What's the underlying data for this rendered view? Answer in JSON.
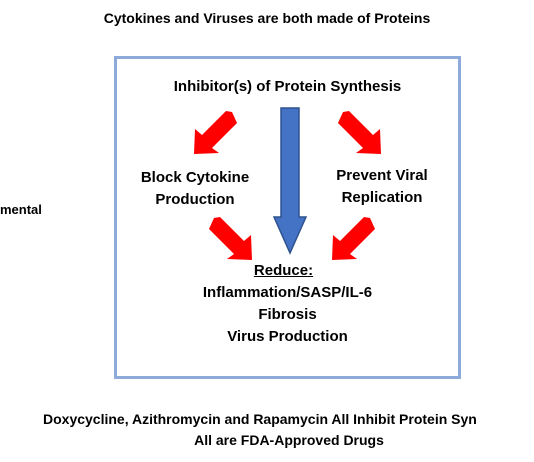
{
  "title": "Cytokines and Viruses are both made of Proteins",
  "left_cutoff_text": "mental",
  "box": {
    "heading": "Inhibitor(s) of Protein Synthesis",
    "left_effect": [
      "Block Cytokine",
      "Production"
    ],
    "right_effect": [
      "Prevent Viral",
      "Replication"
    ],
    "reduce_label": "Reduce:",
    "reduce_items": [
      "Inflammation/SASP/IL-6",
      "Fibrosis",
      "Virus Production"
    ]
  },
  "footer": {
    "line1": "Doxycycline, Azithromycin and Rapamycin All Inhibit Protein Syn",
    "line2": "All are FDA-Approved Drugs"
  },
  "colors": {
    "frame": "#8eaadb",
    "red_arrow": "#ff0000",
    "blue_arrow": "#4472c4",
    "blue_arrow_outline": "#2f528f"
  },
  "icons": [
    "red-arrow-down-right",
    "red-arrow-down-left",
    "blue-arrow-down"
  ]
}
